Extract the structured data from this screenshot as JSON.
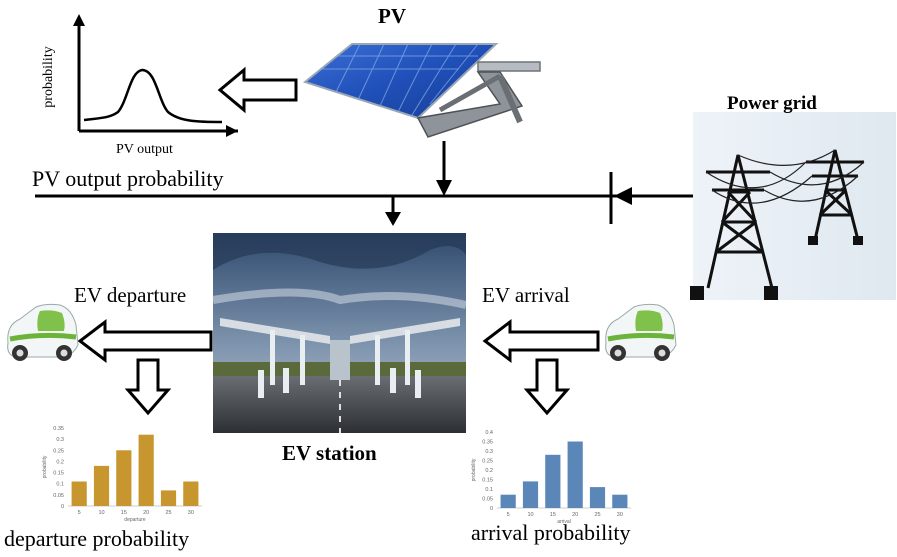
{
  "labels": {
    "pv": "PV",
    "power_grid": "Power grid",
    "pv_output_probability": "PV output probability",
    "pv_axis_x": "PV output",
    "pv_axis_y": "probability",
    "ev_station": "EV station",
    "ev_departure": "EV departure",
    "ev_arrival": "EV arrival",
    "departure_probability": "departure probability",
    "arrival_probability": "arrival probability"
  },
  "chart_data": [
    {
      "type": "bar",
      "name_ref": "departure",
      "categories": [
        "5",
        "10",
        "15",
        "20",
        "25",
        "30"
      ],
      "values": [
        0.11,
        0.18,
        0.25,
        0.32,
        0.07,
        0.11
      ],
      "ylim": [
        0,
        0.35
      ],
      "yticks": [
        "0",
        "0.05",
        "0.1",
        "0.15",
        "0.2",
        "0.25",
        "0.3",
        "0.35"
      ],
      "xlabel": "departure",
      "ylabel": "probability",
      "color": "#c8962e"
    },
    {
      "type": "bar",
      "name_ref": "arrival",
      "categories": [
        "5",
        "10",
        "15",
        "20",
        "25",
        "30"
      ],
      "values": [
        0.07,
        0.14,
        0.28,
        0.35,
        0.11,
        0.07
      ],
      "ylim": [
        0,
        0.4
      ],
      "yticks": [
        "0",
        "0.05",
        "0.1",
        "0.15",
        "0.2",
        "0.25",
        "0.3",
        "0.35",
        "0.4"
      ],
      "xlabel": "arrival",
      "ylabel": "probability",
      "color": "#5b86b8"
    }
  ],
  "icons": {
    "pv_panel": "solar-panel-icon",
    "grid": "transmission-tower-icon",
    "station": "ev-charging-station-photo",
    "car": "electric-car-icon"
  }
}
